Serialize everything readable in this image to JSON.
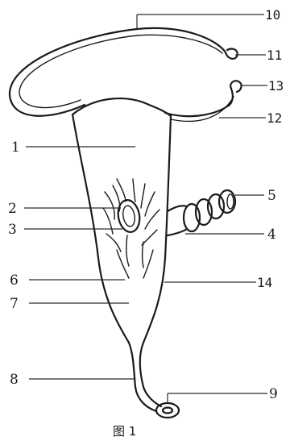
{
  "labels": {
    "l1": "1",
    "l2": "2",
    "l3": "3",
    "l4": "4",
    "l5": "5",
    "l6": "6",
    "l7": "7",
    "l8": "8",
    "l9": "9",
    "l10": "10",
    "l11": "11",
    "l12": "12",
    "l13": "13",
    "l14": "14"
  },
  "caption": "图 1",
  "colors": {
    "ink": "#1a1a1a",
    "background": "#ffffff"
  }
}
